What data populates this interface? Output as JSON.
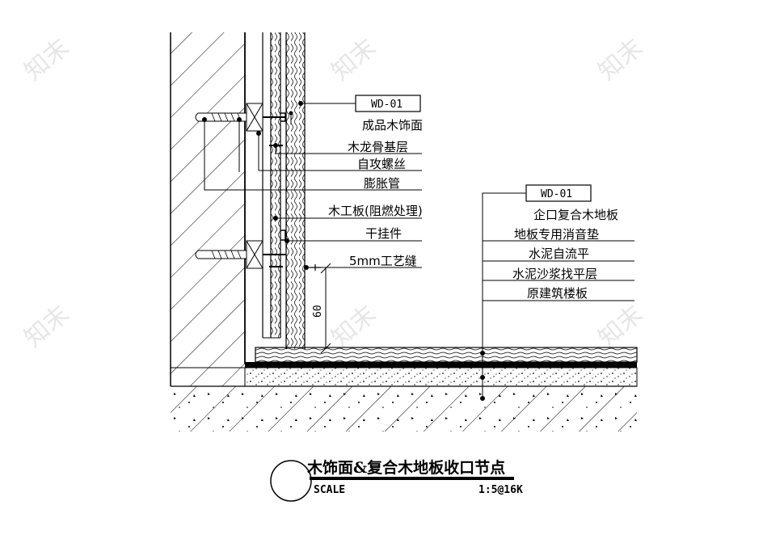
{
  "watermark": "知末",
  "wall_tag": "WD-01",
  "floor_tag": "WD-01",
  "wall_labels": [
    "成品木饰面",
    "木龙骨基层",
    "自攻螺丝",
    "膨胀管",
    "木工板(阻燃处理)",
    "干挂件",
    "5mm工艺缝"
  ],
  "floor_labels": [
    "企口复合木地板",
    "地板专用消音垫",
    "水泥自流平",
    "水泥沙浆找平层",
    "原建筑楼板"
  ],
  "dimension": "60",
  "title": "木饰面&复合木地板收口节点",
  "scale_label": "SCALE",
  "scale_value": "1:5@16K",
  "colors": {
    "line": "#000000",
    "watermark": "#d6d6d6",
    "background": "#ffffff"
  }
}
